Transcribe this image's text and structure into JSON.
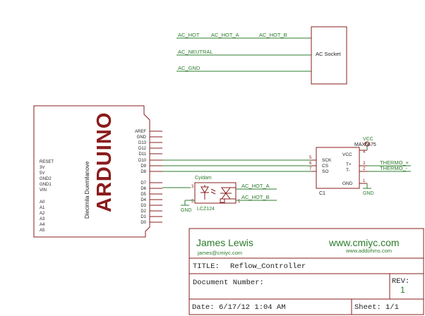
{
  "colors": {
    "wire": "#2c7c2c",
    "part": "#8a1c1c",
    "text": "#222222",
    "background": "#ffffff"
  },
  "ac_section": {
    "net_labels": [
      "AC_HOT",
      "AC_HOT_A",
      "AC_HOT_B",
      "AC_NEUTRAL",
      "AC_GND"
    ],
    "part_label": "AC Socket"
  },
  "arduino": {
    "logo": "ARDUINO",
    "model": "Diecimila Duemilanove",
    "left_pins": [
      "RESET",
      "3V",
      "5V",
      "GND2",
      "GND1",
      "VIN",
      "A0",
      "A1",
      "A2",
      "A3",
      "A4",
      "A5"
    ],
    "right_pins": [
      "AREF",
      "GND",
      "D13",
      "D12",
      "D11",
      "D10",
      "D9",
      "D8",
      "D7",
      "D6",
      "D5",
      "D4",
      "D3",
      "D2",
      "D1",
      "D0"
    ]
  },
  "optoisolator": {
    "top_net": "Cyidam",
    "part_name": "LCZ124",
    "pin_labels": [
      "3",
      "5",
      "1"
    ],
    "net_a": "AC_HOT_A",
    "net_b": "AC_HOT_B",
    "gnd": "GND"
  },
  "max6675": {
    "name": "MAX6675",
    "ref": "C1",
    "left_pins": [
      {
        "name": "SCK",
        "num": "5"
      },
      {
        "name": "CS",
        "num": "6"
      },
      {
        "name": "SO",
        "num": "7"
      }
    ],
    "right_pins": [
      {
        "name": "VCC",
        "num": "4"
      },
      {
        "name": "T+",
        "num": "3"
      },
      {
        "name": "T-",
        "num": "2"
      },
      {
        "name": "GND",
        "num": "1"
      }
    ],
    "vcc_label": "VCC",
    "gnd_label": "GND",
    "thermo_labels": [
      "THERMO_+",
      "THERMO_-"
    ]
  },
  "title_block": {
    "author": "James Lewis",
    "email": "james@cmiyc.com",
    "website": "www.cmiyc.com",
    "website2": "www.addohms.com",
    "title_field": "TITLE:",
    "title": "Reflow_Controller",
    "doc_field": "Document Number:",
    "rev_field": "REV:",
    "rev_value": "1",
    "date_field": "Date:",
    "date": "6/17/12 1:04 AM",
    "sheet_field": "Sheet:",
    "sheet": "1/1"
  }
}
